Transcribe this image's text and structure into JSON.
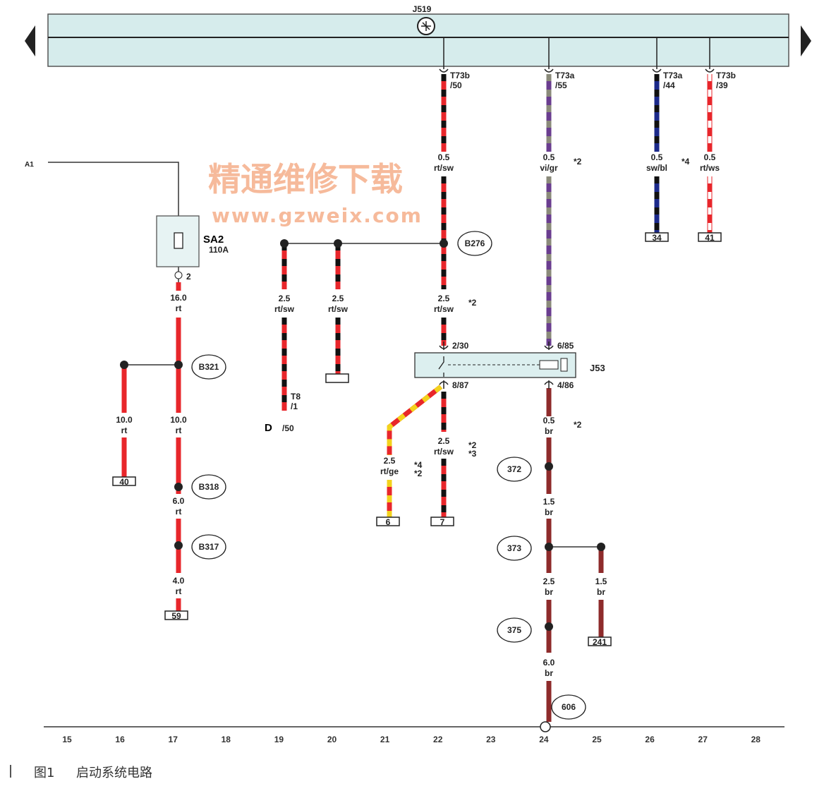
{
  "control_unit": {
    "name": "J519"
  },
  "relay": {
    "name": "J53",
    "pins": [
      "2/30",
      "8/87",
      "6/85",
      "4/86"
    ]
  },
  "fuse": {
    "name": "SA2",
    "rating": "110A",
    "pin": "2"
  },
  "source": "A1",
  "connectors": {
    "c22": [
      "T73b",
      "/50"
    ],
    "c24": [
      "T73a",
      "/55"
    ],
    "c26": [
      "T73a",
      "/44"
    ],
    "c27": [
      "T73b",
      "/39"
    ],
    "t8": [
      "T8",
      "/1"
    ],
    "d": [
      "D",
      "/50"
    ]
  },
  "wire_labels": {
    "w22a": [
      "0.5",
      "rt/sw"
    ],
    "w24a": [
      "0.5",
      "vi/gr",
      "*2"
    ],
    "w26a": [
      "0.5",
      "sw/bl",
      "*4"
    ],
    "w27a": [
      "0.5",
      "rt/ws"
    ],
    "w19": [
      "2.5",
      "rt/sw"
    ],
    "w20": [
      "2.5",
      "rt/sw"
    ],
    "w22b": [
      "2.5",
      "rt/sw",
      "*2"
    ],
    "w22c": [
      "2.5",
      "rt/sw",
      "*2",
      "*3"
    ],
    "w21": [
      "2.5",
      "rt/ge",
      "*4",
      "*2"
    ],
    "w24b": [
      "0.5",
      "br",
      "*2"
    ],
    "w24c": [
      "1.5",
      "br"
    ],
    "w24d": [
      "2.5",
      "br"
    ],
    "w25": [
      "1.5",
      "br"
    ],
    "w24e": [
      "6.0",
      "br"
    ],
    "w17a": [
      "16.0",
      "rt"
    ],
    "w16": [
      "10.0",
      "rt"
    ],
    "w17b": [
      "10.0",
      "rt"
    ],
    "w17c": [
      "6.0",
      "rt"
    ],
    "w17d": [
      "4.0",
      "rt"
    ]
  },
  "junctions": [
    "B276",
    "B321",
    "B318",
    "B317",
    "372",
    "373",
    "375",
    "606"
  ],
  "terminals": [
    "34",
    "41",
    "40",
    "59",
    "6",
    "7",
    "241"
  ],
  "columns": [
    "15",
    "16",
    "17",
    "18",
    "19",
    "20",
    "21",
    "22",
    "23",
    "24",
    "25",
    "26",
    "27",
    "28"
  ],
  "watermark": {
    "cn": "精通维修下载",
    "url": "www.gzweix.com"
  },
  "caption": {
    "figure": "图1",
    "title": "启动系统电路"
  }
}
